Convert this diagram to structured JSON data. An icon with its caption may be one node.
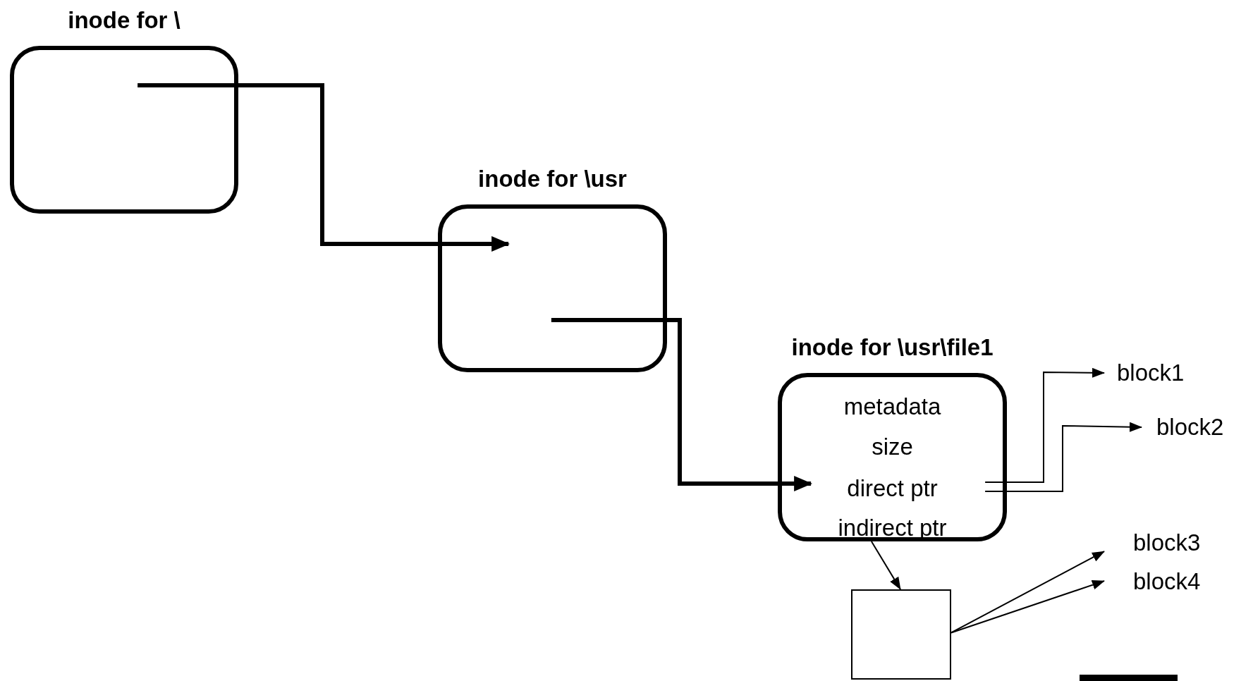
{
  "diagram": {
    "nodes": [
      {
        "text": [
          "inode for \\"
        ]
      },
      {
        "text": [
          "inode for \\usr"
        ]
      },
      {
        "text": [
          "inode for \\usr\\file1",
          "metadata",
          "size",
          "direct ptr",
          "indirect ptr"
        ]
      },
      {
        "text": [],
        "shape": "box"
      },
      {
        "text": [
          "block1"
        ]
      },
      {
        "text": [
          "block2"
        ]
      },
      {
        "text": [
          "block3"
        ]
      },
      {
        "text": [
          "block4"
        ]
      }
    ],
    "edges": [
      {
        "from": 0,
        "to": 1,
        "arrow": "to",
        "style": "thick"
      },
      {
        "from": 1,
        "to": 2,
        "arrow": "to",
        "style": "thick"
      },
      {
        "from": 2,
        "to": 4,
        "arrow": "to"
      },
      {
        "from": 2,
        "to": 5,
        "arrow": "to"
      },
      {
        "from": 2,
        "to": 3,
        "arrow": "to"
      },
      {
        "from": 3,
        "to": 6,
        "arrow": "to"
      },
      {
        "from": 3,
        "to": 7,
        "arrow": "to"
      }
    ]
  }
}
